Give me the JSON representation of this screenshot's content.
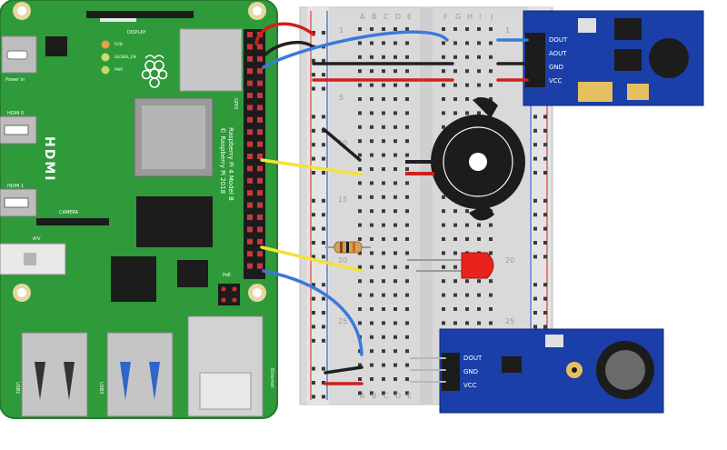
{
  "pi": {
    "power_label": "Power in",
    "display_label": "DISPLAY",
    "camera_label": "CAMERA",
    "hdmi_text": "HDMI",
    "hdmi0": "HDMI 0",
    "hdmi1": "HDMI 1",
    "av_label": "A/V",
    "gpio_label": "GPIO",
    "model_line1": "Raspberry Pi 4 Model B",
    "model_line2": "© Raspberry Pi 2018",
    "poe_label": "PoE",
    "usb2_label": "USB2",
    "usb3_label": "USB3",
    "ethernet_label": "Ethernet",
    "led_run": "RUN",
    "led_global": "GLOBAL_EN",
    "led_pwr": "PWR"
  },
  "breadboard": {
    "col_letters": [
      "A",
      "B",
      "C",
      "D",
      "E"
    ],
    "col_letters_right": [
      "F",
      "G",
      "H",
      "I",
      "J"
    ],
    "row_numbers": [
      "1",
      "5",
      "10",
      "15",
      "20",
      "25"
    ]
  },
  "sound_module": {
    "pins": [
      "DOUT",
      "AOUT",
      "GND",
      "VCC"
    ]
  },
  "motion_module": {
    "pins": [
      "DOUT",
      "GND",
      "VCC"
    ]
  },
  "colors": {
    "pcb_green": "#2e9a3a",
    "module_blue": "#1a3fa8",
    "wire_red": "#d0201a",
    "wire_black": "#202020",
    "wire_yellow": "#f2e23a",
    "wire_blue": "#3a7ad8",
    "led_red": "#e8231c"
  }
}
